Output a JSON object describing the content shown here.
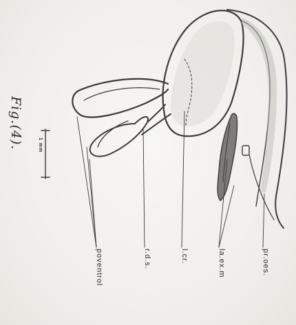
{
  "figure": {
    "caption": "Fig.(4).",
    "scale_bar_label": "1 mm"
  },
  "labels": {
    "poventrol": "poventrol",
    "rds": "r.d.s.",
    "lcr": "l.cr.",
    "laexm": "la.ex.m",
    "proes": "pr.oes."
  },
  "colors": {
    "ink": "#3a3a3a",
    "paper": "#f3f2ee",
    "shade": "#8a8a88"
  }
}
